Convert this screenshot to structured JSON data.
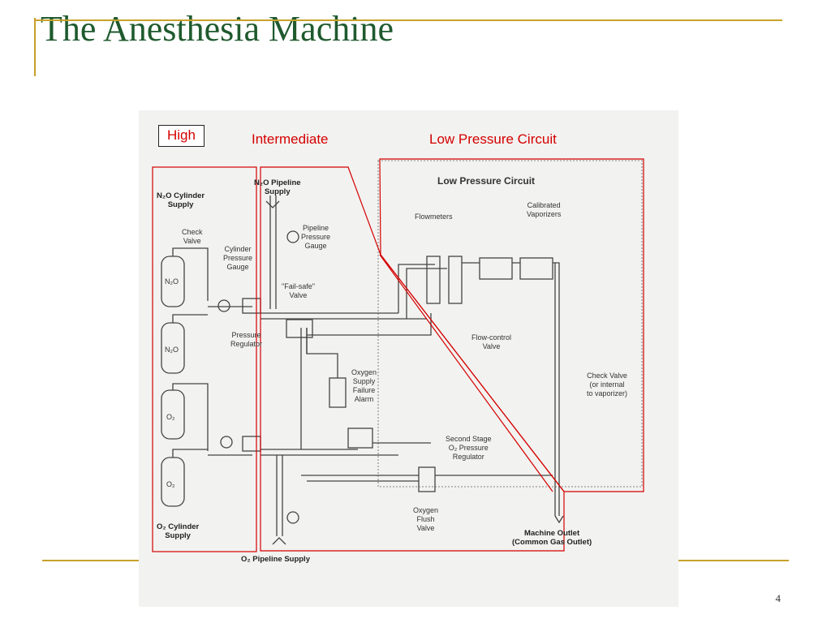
{
  "slide": {
    "title": "The Anesthesia Machine",
    "page_number": "4",
    "accent_color": "#c8a12a",
    "title_color": "#1f5a2e"
  },
  "regions": {
    "high": "High",
    "intermediate": "Intermediate",
    "low": "Low Pressure Circuit",
    "highlight_color": "#d40000"
  },
  "diagram": {
    "heading": "Low Pressure Circuit",
    "n2o_cylinder_supply": [
      "N₂O Cylinder",
      "Supply"
    ],
    "check_valve": [
      "Check",
      "Valve"
    ],
    "cylinder_pressure_gauge": [
      "Cylinder",
      "Pressure",
      "Gauge"
    ],
    "cylinder_n2o": "N₂O",
    "cylinder_o2": "O₂",
    "n2o_pipeline_supply": [
      "N₂O Pipeline",
      "Supply"
    ],
    "pipeline_pressure_gauge": [
      "Pipeline",
      "Pressure",
      "Gauge"
    ],
    "failsafe_valve": [
      "\"Fail-safe\"",
      "Valve"
    ],
    "pressure_regulator": [
      "Pressure",
      "Regulator"
    ],
    "oxygen_supply_failure_alarm": [
      "Oxygen",
      "Supply",
      "Failure",
      "Alarm"
    ],
    "flowmeters": "Flowmeters",
    "calibrated_vaporizers": [
      "Calibrated",
      "Vaporizers"
    ],
    "flow_control_valve": [
      "Flow-control",
      "Valve"
    ],
    "check_valve_right": [
      "Check Valve",
      "(or internal",
      "to vaporizer)"
    ],
    "second_stage_regulator": [
      "Second Stage",
      "O₂ Pressure",
      "Regulator"
    ],
    "oxygen_flush_valve": [
      "Oxygen",
      "Flush",
      "Valve"
    ],
    "machine_outlet": [
      "Machine Outlet",
      "(Common Gas Outlet)"
    ],
    "o2_cylinder_supply": [
      "O₂ Cylinder",
      "Supply"
    ],
    "o2_pipeline_supply": "O₂ Pipeline Supply"
  }
}
